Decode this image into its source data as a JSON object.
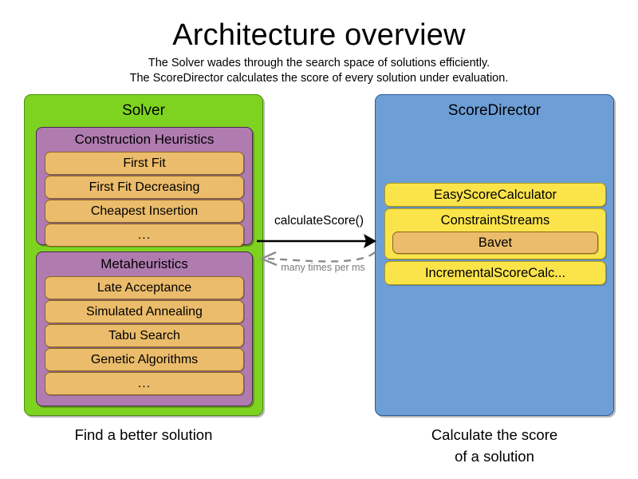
{
  "header": {
    "title": "Architecture overview",
    "subtitle_lines": [
      "The Solver wades through the search space of solutions efficiently.",
      "The ScoreDirector calculates the score of every solution under evaluation."
    ]
  },
  "solver": {
    "title": "Solver",
    "caption": "Find a better solution",
    "groups": [
      {
        "title": "Construction Heuristics",
        "items": [
          "First Fit",
          "First Fit Decreasing",
          "Cheapest Insertion",
          "..."
        ]
      },
      {
        "title": "Metaheuristics",
        "items": [
          "Late Acceptance",
          "Simulated Annealing",
          "Tabu Search",
          "Genetic Algorithms",
          "..."
        ]
      }
    ]
  },
  "score_director": {
    "title": "ScoreDirector",
    "caption_lines": [
      "Calculate the score",
      "of a solution"
    ],
    "calculators": [
      {
        "label": "EasyScoreCalculator",
        "nested": null
      },
      {
        "label": "ConstraintStreams",
        "nested": "Bavet"
      },
      {
        "label": "IncrementalScoreCalc...",
        "nested": null
      }
    ]
  },
  "arrows": {
    "forward_label": "calculateScore()",
    "return_label": "many times per ms"
  },
  "colors": {
    "solver_green": "#7ed321",
    "group_purple": "#b07cb0",
    "item_orange": "#ebbc6b",
    "scoredirector_blue": "#6d9ed6",
    "calculator_yellow": "#fae44a",
    "arrow_solid": "#000000",
    "arrow_dashed": "#8c8c8c",
    "background": "#ffffff"
  }
}
